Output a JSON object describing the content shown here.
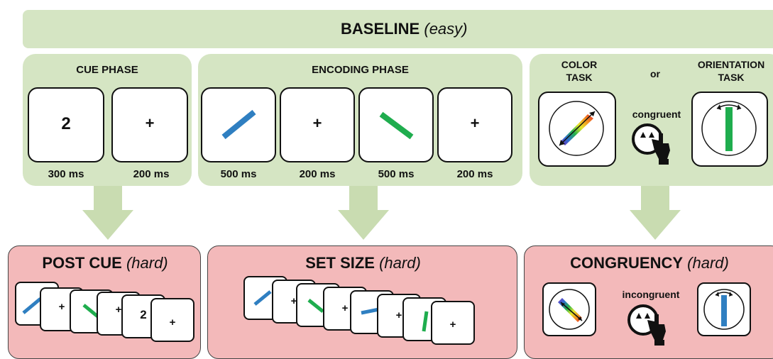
{
  "baseline": {
    "title": "BASELINE",
    "qualifier": "(easy)"
  },
  "cue_phase": {
    "title": "CUE PHASE",
    "cards": [
      {
        "content": "2",
        "duration": "300 ms"
      },
      {
        "content": "+",
        "duration": "200 ms"
      }
    ]
  },
  "encoding_phase": {
    "title": "ENCODING PHASE",
    "cards": [
      {
        "content": "",
        "duration": "500 ms"
      },
      {
        "content": "+",
        "duration": "200 ms"
      },
      {
        "content": "",
        "duration": "500 ms"
      },
      {
        "content": "+",
        "duration": "200 ms"
      }
    ]
  },
  "response_phase": {
    "color_task": "COLOR\nTASK",
    "or_label": "or",
    "orientation_task": "ORIENTATION\nTASK",
    "congruent_label": "congruent"
  },
  "post_cue": {
    "title": "POST CUE",
    "qualifier": "(hard)",
    "stack_texts": [
      "+",
      "+",
      "2",
      "+"
    ]
  },
  "set_size": {
    "title": "SET SIZE",
    "qualifier": "(hard)",
    "stack_texts": [
      "+",
      "+",
      "+",
      "+"
    ]
  },
  "congruency": {
    "title": "CONGRUENCY",
    "qualifier": "(hard)",
    "incongruent_label": "incongruent"
  },
  "colors": {
    "panel_green": "#d5e5c3",
    "panel_pink": "#f3b9ba",
    "arrow_green": "#c9dcb1",
    "line_blue": "#2f7fc1",
    "line_green": "#1fad4e"
  }
}
